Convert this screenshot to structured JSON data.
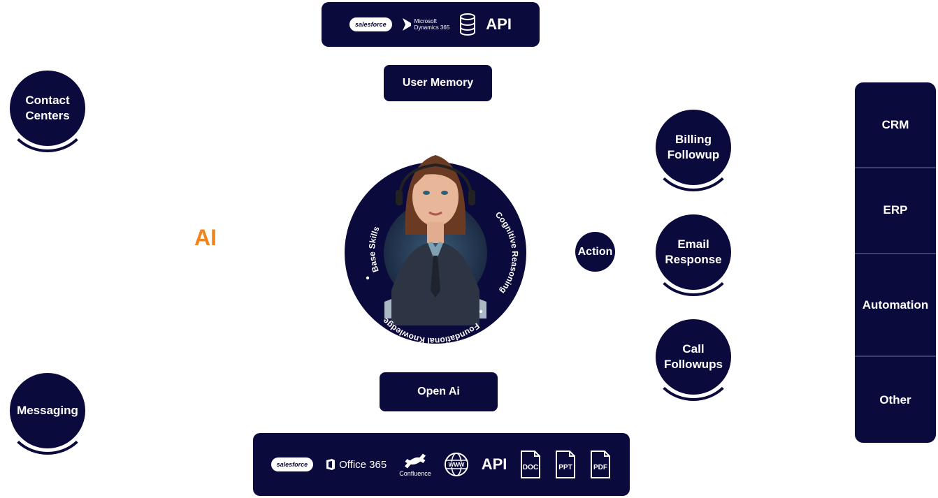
{
  "top_integrations": {
    "salesforce": "salesforce",
    "dynamics": "Microsoft\nDynamics 365",
    "api": "API",
    "database_icon": "database-icon"
  },
  "user_memory": "User Memory",
  "left_channels": {
    "contact_centers": "Contact\nCenters",
    "messaging": "Messaging"
  },
  "ai_label": "AI",
  "ring": {
    "base_skills": "Base Skills",
    "cognitive_reasoning": "Cognitive Reasoning",
    "foundational_knowledge": "Foundational Knowledge"
  },
  "action": "Action",
  "actions": {
    "billing": "Billing\nFollowup",
    "email": "Email\nResponse",
    "call": "Call\nFollowups"
  },
  "targets": [
    "CRM",
    "ERP",
    "Automation",
    "Other"
  ],
  "open_ai": "Open Ai",
  "bottom_sources": {
    "salesforce": "salesforce",
    "office": "Office 365",
    "confluence": "Confluence",
    "www": "WWW",
    "api": "API",
    "doc": "DOC",
    "ppt": "PPT",
    "pdf": "PDF"
  },
  "colors": {
    "navy": "#0b0a3d",
    "accent_orange": "#f0841e"
  }
}
